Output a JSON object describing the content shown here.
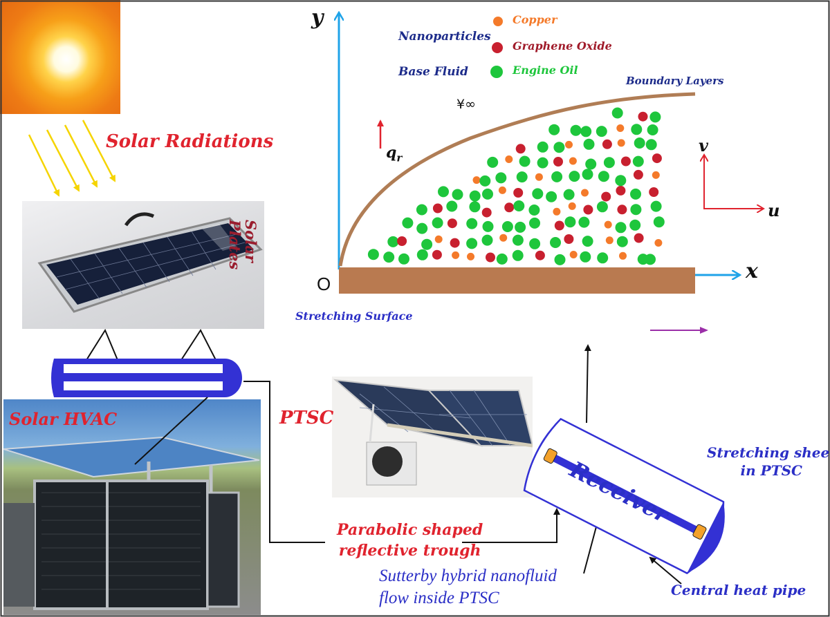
{
  "labels": {
    "solar_radiations": "Solar Radiations",
    "solar_plates_1": "Solar",
    "solar_plates_2": "Plates",
    "solar_hvac": "Solar HVAC",
    "ptsc": "PTSC",
    "trough_1": "Parabolic shaped",
    "trough_2": "reflective trough",
    "sutterby_1": "Sutterby hybrid nanofluid",
    "sutterby_2": "flow inside PTSC",
    "receiver": "Receiver",
    "stretching_sheet_1": "Stretching sheet",
    "stretching_sheet_2": "in PTSC",
    "central_heat_pipe": "Central heat pipe"
  },
  "flow": {
    "y_axis": "y",
    "x_axis": "x",
    "origin": "O",
    "nanoparticles": "Nanoparticles",
    "base_fluid": "Base Fluid",
    "boundary_layers": "Boundary Layers",
    "free_stream": "¥∞",
    "heat_flux": "q",
    "heat_flux_sub": "r",
    "v": "v",
    "u": "u",
    "stretching_surface": "Stretching Surface",
    "legend": [
      {
        "name": "Copper",
        "color": "#f47a2a"
      },
      {
        "name": "Graphene Oxide",
        "color": "#c8202f"
      },
      {
        "name": "Engine Oil",
        "color": "#1ec63c"
      }
    ]
  },
  "colors": {
    "boundary": "#b07d55",
    "surface": "#b97a50",
    "axis": "#1fa3e8",
    "tube": "#3331d4",
    "red_label": "#e0232e",
    "blue_label": "#2b2fc6"
  }
}
